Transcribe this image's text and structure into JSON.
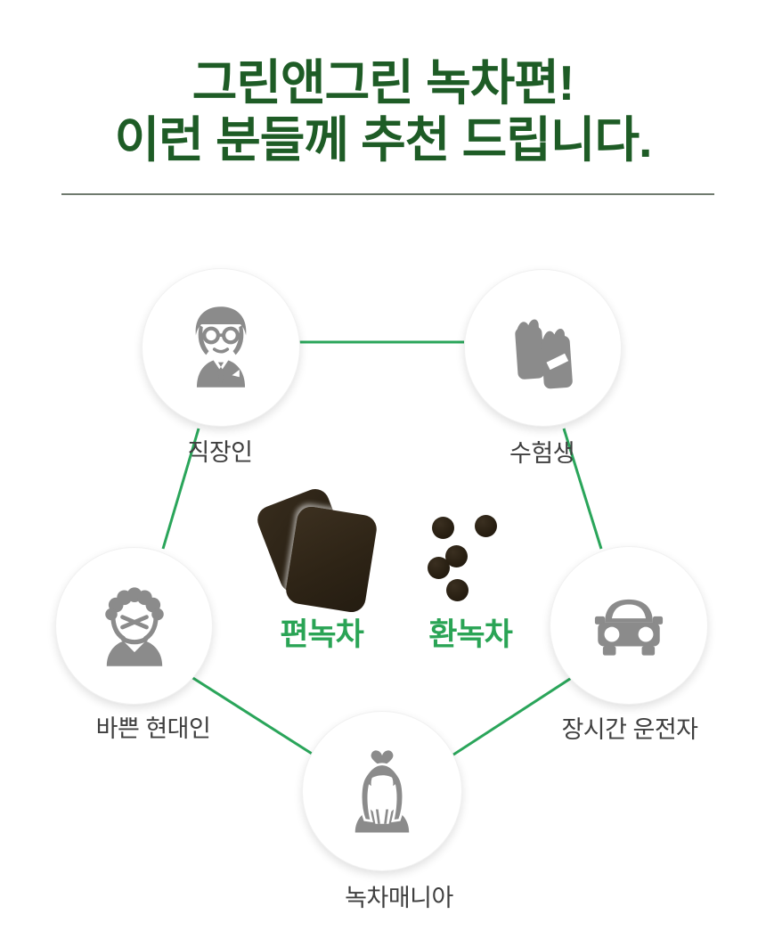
{
  "header": {
    "title_line1": "그린앤그린 녹차편!",
    "title_line2": "이런 분들께 추천 드립니다."
  },
  "diagram": {
    "nodes": [
      {
        "id": "office-worker",
        "label": "직장인",
        "icon": "businessman-icon"
      },
      {
        "id": "exam-student",
        "label": "수험생",
        "icon": "books-icon"
      },
      {
        "id": "busy-modern-person",
        "label": "바쁜 현대인",
        "icon": "stressed-person-icon"
      },
      {
        "id": "long-time-driver",
        "label": "장시간 운전자",
        "icon": "car-icon"
      },
      {
        "id": "green-tea-mania",
        "label": "녹차매니아",
        "icon": "woman-heart-icon"
      }
    ],
    "products": [
      {
        "id": "flat-green-tea",
        "label": "편녹차",
        "type": "flat-tea-squares"
      },
      {
        "id": "pill-green-tea",
        "label": "환녹차",
        "type": "tea-pills"
      }
    ]
  },
  "colors": {
    "title_green": "#1e5c26",
    "connector_green": "#2aa55a",
    "product_label_green": "#2aa455",
    "icon_gray": "#8b8b8b",
    "node_label_gray": "#3f3f3f",
    "divider_gray_green": "#6f7a6e",
    "tea_brown_dark": "#2b2215"
  }
}
